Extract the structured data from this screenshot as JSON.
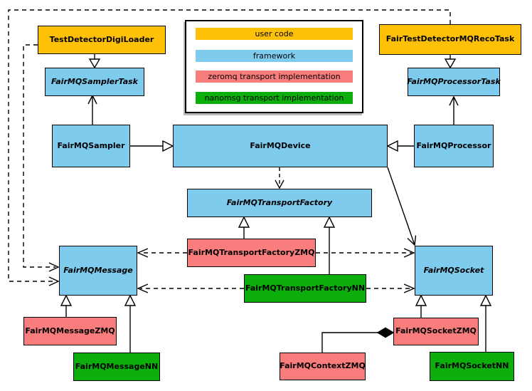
{
  "legend": {
    "items": [
      {
        "label": "user code",
        "color": "#FFC107",
        "category": "user code"
      },
      {
        "label": "framework",
        "color": "#7FCBEE",
        "category": "framework"
      },
      {
        "label": "zeromq transport implementation",
        "color": "#F97D7D",
        "category": "zeromq transport implementation"
      },
      {
        "label": "nanomsg transport implementation",
        "color": "#0BAE0B",
        "category": "nanomsg transport implementation"
      }
    ]
  },
  "colors": {
    "user_code": "#FFC107",
    "framework": "#7FCBEE",
    "zeromq": "#F97D7D",
    "nanomsg": "#0BAE0B",
    "line": "#000000",
    "background": "#FFFFFF"
  },
  "nodes": {
    "test_detector_digi_loader": {
      "label": "TestDetectorDigiLoader",
      "category": "user code",
      "abstract": false
    },
    "fair_test_detector_mq_reco_task": {
      "label": "FairTestDetectorMQRecoTask",
      "category": "user code",
      "abstract": false
    },
    "fair_mq_sampler_task": {
      "label": "FairMQSamplerTask",
      "category": "framework",
      "abstract": true
    },
    "fair_mq_processor_task": {
      "label": "FairMQProcessorTask",
      "category": "framework",
      "abstract": true
    },
    "fair_mq_sampler": {
      "label": "FairMQSampler",
      "category": "framework",
      "abstract": false
    },
    "fair_mq_device": {
      "label": "FairMQDevice",
      "category": "framework",
      "abstract": false
    },
    "fair_mq_processor": {
      "label": "FairMQProcessor",
      "category": "framework",
      "abstract": false
    },
    "fair_mq_transport_factory": {
      "label": "FairMQTransportFactory",
      "category": "framework",
      "abstract": true
    },
    "fair_mq_transport_factory_zmq": {
      "label": "FairMQTransportFactoryZMQ",
      "category": "zeromq transport implementation",
      "abstract": false
    },
    "fair_mq_transport_factory_nn": {
      "label": "FairMQTransportFactoryNN",
      "category": "nanomsg transport implementation",
      "abstract": false
    },
    "fair_mq_message": {
      "label": "FairMQMessage",
      "category": "framework",
      "abstract": true
    },
    "fair_mq_socket": {
      "label": "FairMQSocket",
      "category": "framework",
      "abstract": true
    },
    "fair_mq_message_zmq": {
      "label": "FairMQMessageZMQ",
      "category": "zeromq transport implementation",
      "abstract": false
    },
    "fair_mq_message_nn": {
      "label": "FairMQMessageNN",
      "category": "nanomsg transport implementation",
      "abstract": false
    },
    "fair_mq_context_zmq": {
      "label": "FairMQContextZMQ",
      "category": "zeromq transport implementation",
      "abstract": false
    },
    "fair_mq_socket_zmq": {
      "label": "FairMQSocketZMQ",
      "category": "zeromq transport implementation",
      "abstract": false
    },
    "fair_mq_socket_nn": {
      "label": "FairMQSocketNN",
      "category": "nanomsg transport implementation",
      "abstract": false
    }
  },
  "edges": [
    {
      "from": "TestDetectorDigiLoader",
      "to": "FairMQSamplerTask",
      "type": "generalization"
    },
    {
      "from": "FairTestDetectorMQRecoTask",
      "to": "FairMQProcessorTask",
      "type": "generalization"
    },
    {
      "from": "FairMQSampler",
      "to": "FairMQSamplerTask",
      "type": "association"
    },
    {
      "from": "FairMQProcessor",
      "to": "FairMQProcessorTask",
      "type": "association"
    },
    {
      "from": "FairMQSampler",
      "to": "FairMQDevice",
      "type": "generalization"
    },
    {
      "from": "FairMQProcessor",
      "to": "FairMQDevice",
      "type": "generalization"
    },
    {
      "from": "FairMQDevice",
      "to": "FairMQTransportFactory",
      "type": "dependency"
    },
    {
      "from": "FairMQDevice",
      "to": "FairMQSocket",
      "type": "association"
    },
    {
      "from": "FairMQTransportFactoryZMQ",
      "to": "FairMQTransportFactory",
      "type": "generalization"
    },
    {
      "from": "FairMQTransportFactoryNN",
      "to": "FairMQTransportFactory",
      "type": "generalization"
    },
    {
      "from": "FairMQTransportFactoryZMQ",
      "to": "FairMQMessage",
      "type": "dependency"
    },
    {
      "from": "FairMQTransportFactoryZMQ",
      "to": "FairMQSocket",
      "type": "dependency"
    },
    {
      "from": "FairMQTransportFactoryNN",
      "to": "FairMQMessage",
      "type": "dependency"
    },
    {
      "from": "FairMQTransportFactoryNN",
      "to": "FairMQSocket",
      "type": "dependency"
    },
    {
      "from": "TestDetectorDigiLoader",
      "to": "FairMQMessage",
      "type": "dependency"
    },
    {
      "from": "FairTestDetectorMQRecoTask",
      "to": "FairMQMessage",
      "type": "dependency"
    },
    {
      "from": "FairMQMessageZMQ",
      "to": "FairMQMessage",
      "type": "generalization"
    },
    {
      "from": "FairMQMessageNN",
      "to": "FairMQMessage",
      "type": "generalization"
    },
    {
      "from": "FairMQSocketZMQ",
      "to": "FairMQSocket",
      "type": "generalization"
    },
    {
      "from": "FairMQSocketNN",
      "to": "FairMQSocket",
      "type": "generalization"
    },
    {
      "from": "FairMQContextZMQ",
      "to": "FairMQSocketZMQ",
      "type": "composition"
    }
  ]
}
